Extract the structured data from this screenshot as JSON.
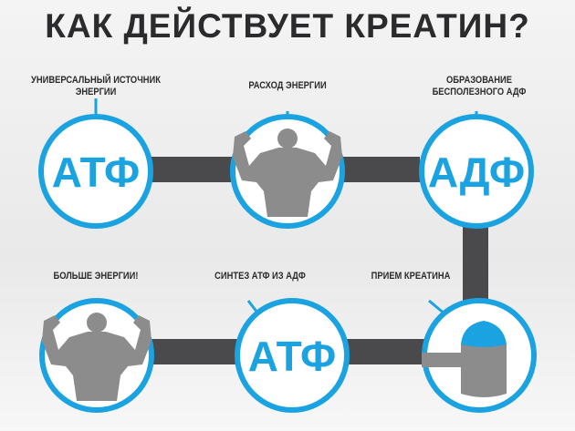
{
  "title": "КАК ДЕЙСТВУЕТ КРЕАТИН?",
  "steps": [
    {
      "label": "УНИВЕРСАЛЬНЫЙ ИСТОЧНИК ЭНЕРГИИ",
      "content": "АТФ"
    },
    {
      "label": "РАСХОД ЭНЕРГИИ",
      "icon": "muscle-man-icon"
    },
    {
      "label": "ОБРАЗОВАНИЕ БЕСПОЛЕЗНОГО АДФ",
      "content": "АДФ"
    },
    {
      "label": "ПРИЕМ КРЕАТИНА",
      "icon": "creatine-scoop-icon"
    },
    {
      "label": "СИНТЕЗ АТФ ИЗ АДФ",
      "content": "АТФ"
    },
    {
      "label": "БОЛЬШЕ ЭНЕРГИИ!",
      "icon": "muscle-man-icon"
    }
  ],
  "colors": {
    "accent": "#1aa3e0",
    "connector": "#4a4a4d",
    "figure": "#8c8c8c"
  }
}
